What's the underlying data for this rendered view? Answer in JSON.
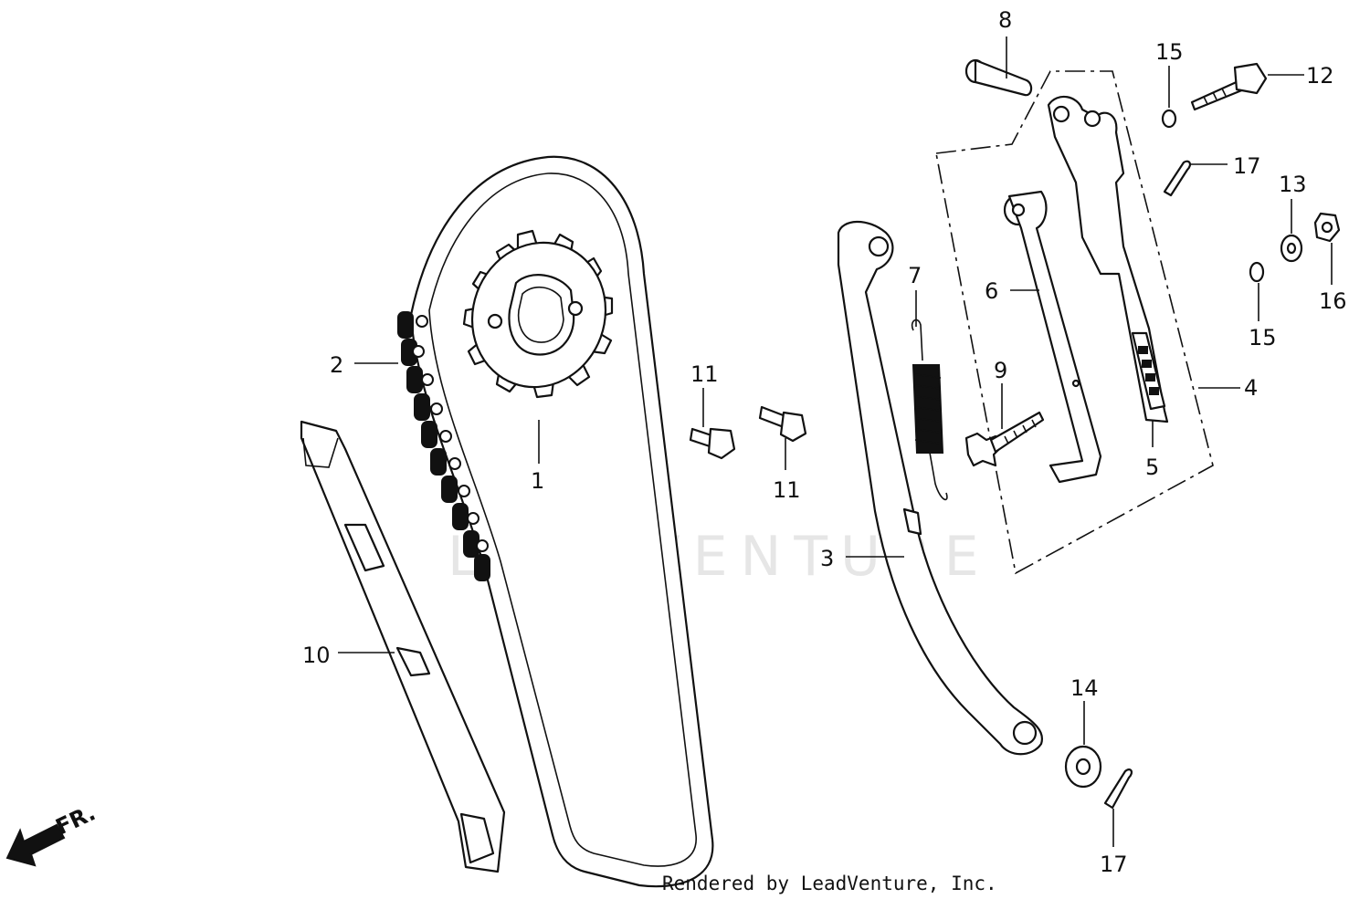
{
  "watermark": "LEADVENTURE",
  "credit": "Rendered by LeadVenture, Inc.",
  "front_indicator": "FR.",
  "callouts": {
    "c1": "1",
    "c2": "2",
    "c3": "3",
    "c4": "4",
    "c5": "5",
    "c6": "6",
    "c7": "7",
    "c8": "8",
    "c9": "9",
    "c10": "10",
    "c11a": "11",
    "c11b": "11",
    "c12": "12",
    "c13": "13",
    "c14": "14",
    "c15a": "15",
    "c15b": "15",
    "c16": "16",
    "c17a": "17",
    "c17b": "17"
  }
}
